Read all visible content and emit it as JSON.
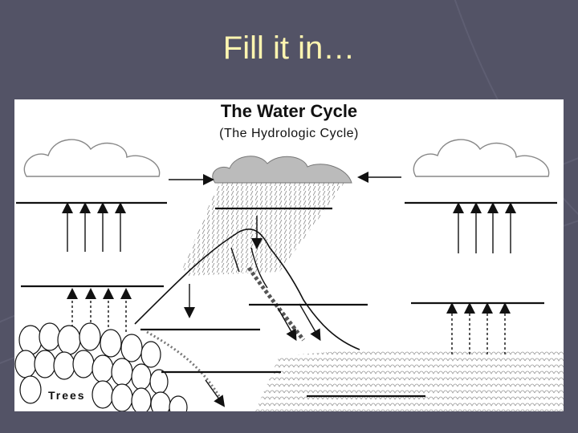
{
  "slide": {
    "title": "Fill it in…"
  },
  "diagram": {
    "title": "The Water Cycle",
    "subtitle": "(The Hydrologic Cycle)",
    "trees_label": "Trees"
  },
  "colors": {
    "background": "#535366",
    "title": "#fff5b0",
    "panel": "#ffffff",
    "ink": "#111111"
  }
}
